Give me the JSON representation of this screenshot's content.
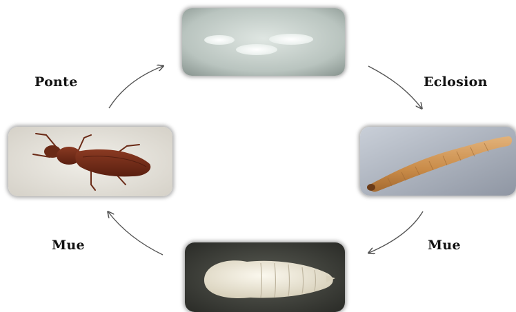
{
  "stages": [
    {
      "id": "egg",
      "icon": "eggs-photo"
    },
    {
      "id": "larva",
      "icon": "larva-photo"
    },
    {
      "id": "pupa",
      "icon": "pupa-photo"
    },
    {
      "id": "adult",
      "icon": "adult-beetle-photo"
    }
  ],
  "transitions": {
    "ponte": "Ponte",
    "eclosion": "Eclosion",
    "mue_left": "Mue",
    "mue_right": "Mue"
  },
  "colors": {
    "arrow": "#555555",
    "label": "#111111"
  }
}
